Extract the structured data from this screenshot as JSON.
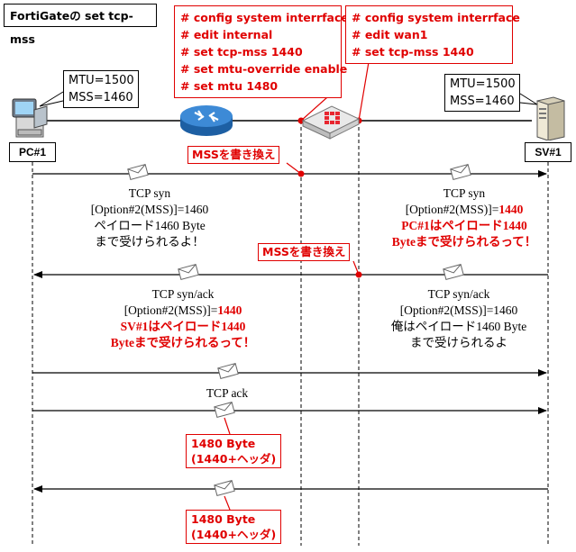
{
  "title": "FortiGateの set tcp-mss",
  "config_internal": [
    "# config system interrface",
    "# edit internal",
    "# set tcp-mss 1440",
    "# set mtu-override enable",
    "# set mtu 1480"
  ],
  "config_wan": [
    "# config system interrface",
    "# edit wan1",
    "# set tcp-mss 1440"
  ],
  "pc": {
    "label": "PC#1",
    "mtu": "MTU=1500",
    "mss": "MSS=1460"
  },
  "sv": {
    "label": "SV#1",
    "mtu": "MTU=1500",
    "mss": "MSS=1460"
  },
  "rewrite_label": "MSSを書き換え",
  "msg_syn_left": {
    "title": "TCP syn",
    "option": "[Option#2(MSS)]=1460",
    "line3": "ペイロード1460 Byte",
    "line4": "まで受けられるよ！"
  },
  "msg_syn_right": {
    "title": "TCP syn",
    "option_prefix": "[Option#2(MSS)]=",
    "option_value": "1440",
    "line3": "PC#1はペイロード1440",
    "line4": "Byteまで受けられるって！"
  },
  "msg_synack_left": {
    "title": "TCP syn/ack",
    "option_prefix": "[Option#2(MSS)]=",
    "option_value": "1440",
    "line3": "SV#1はペイロード1440",
    "line4": "Byteまで受けられるって！"
  },
  "msg_synack_right": {
    "title": "TCP syn/ack",
    "option": "[Option#2(MSS)]=1460",
    "line3": "俺はペイロード1460 Byte",
    "line4": "まで受けられるよ"
  },
  "msg_ack": {
    "title": "TCP ack"
  },
  "byte_box_1": [
    "1480 Byte",
    "(1440+ヘッダ)"
  ],
  "byte_box_2": [
    "1480 Byte",
    "(1440+ヘッダ)"
  ],
  "colors": {
    "accent_red": "#e00000",
    "router_blue": "#2a74c0",
    "firewall_red": "#e8262f"
  },
  "icons": [
    "pc-icon",
    "router-icon",
    "firewall-icon",
    "server-icon",
    "envelope-icon"
  ]
}
